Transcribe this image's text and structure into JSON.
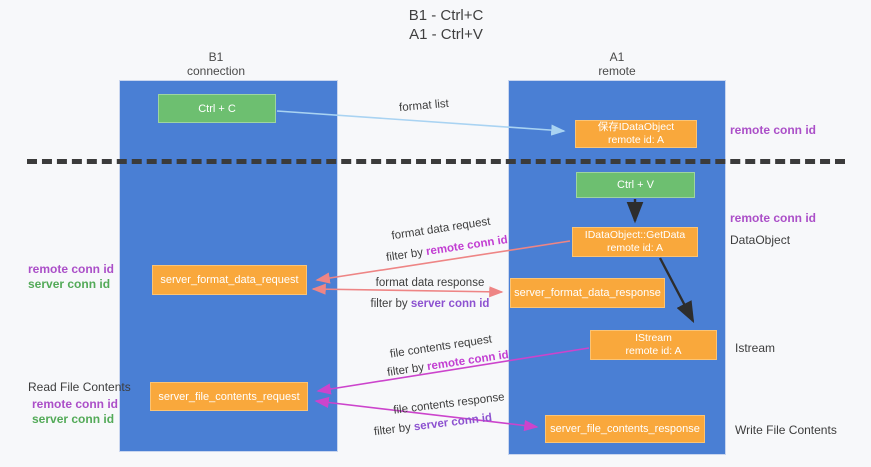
{
  "colors": {
    "background": "#f7f8fa",
    "column_blue": "#4a7fd4",
    "box_green": "#6dbf70",
    "box_orange": "#f9a83c",
    "arrow_salmon": "#ee8585",
    "arrow_magenta": "#cc44cc",
    "arrow_lightblue": "#a9d3f2",
    "arrow_black": "#2d2d2d",
    "label_purple": "#ab4fc8",
    "label_magenta": "#c23ed2",
    "label_violet": "#8d52d0",
    "label_green": "#53aa58"
  },
  "title": {
    "line1": "B1 - Ctrl+C",
    "line2": "A1 - Ctrl+V"
  },
  "lanes": {
    "left": {
      "title": "B1",
      "subtitle": "connection"
    },
    "right": {
      "title": "A1",
      "subtitle": "remote"
    }
  },
  "nodes": {
    "ctrl_c": {
      "label": "Ctrl + C"
    },
    "save_idataobject": {
      "line1": "保存IDataObject",
      "line2": "remote id: A"
    },
    "ctrl_v": {
      "label": "Ctrl + V"
    },
    "getdata": {
      "line1": "IDataObject::GetData",
      "line2": "remote id: A"
    },
    "format_request": {
      "label": "server_format_data_request"
    },
    "format_response": {
      "label": "server_format_data_response"
    },
    "istream": {
      "line1": "IStream",
      "line2": "remote id: A"
    },
    "file_request": {
      "label": "server_file_contents_request"
    },
    "file_response": {
      "label": "server_file_contents_response"
    }
  },
  "flow_labels": {
    "format_list": "format list",
    "format_request": "format data request",
    "format_request_filter_prefix": "filter by ",
    "format_request_filter_value": "remote conn id",
    "format_response": "format data response",
    "format_response_filter_prefix": "filter by ",
    "format_response_filter_value": "server conn id",
    "file_request": "file contents request",
    "file_request_filter_prefix": "filter by ",
    "file_request_filter_value": "remote conn id",
    "file_response": "file contents response",
    "file_response_filter_prefix": "filter by ",
    "file_response_filter_value": "server conn id"
  },
  "side_labels": {
    "right_remote_conn_top": "remote conn id",
    "right_remote_conn_mid": "remote conn id",
    "dataobject": "DataObject",
    "istream": "Istream",
    "write_file_contents": "Write File Contents",
    "left_remote_conn_top": "remote conn id",
    "left_server_conn_top": "server conn id",
    "read_file_contents": "Read File Contents",
    "left_remote_conn_bottom": "remote conn id",
    "left_server_conn_bottom": "server conn id"
  }
}
